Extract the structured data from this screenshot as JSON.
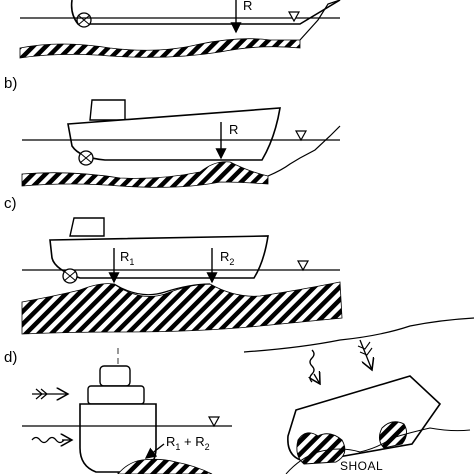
{
  "panels": [
    {
      "label": "",
      "force": "R"
    },
    {
      "label": "b)",
      "force": "R"
    },
    {
      "label": "c)",
      "force_left": "R",
      "force_left_sub": "1",
      "force_right": "R",
      "force_right_sub": "2"
    },
    {
      "label": "d)",
      "force_combined": "R",
      "sub1": "1",
      "plus": " + R",
      "sub2": "2",
      "shoal_label": "SHOAL"
    }
  ],
  "colors": {
    "ink": "#000000",
    "background": "#ffffff"
  }
}
